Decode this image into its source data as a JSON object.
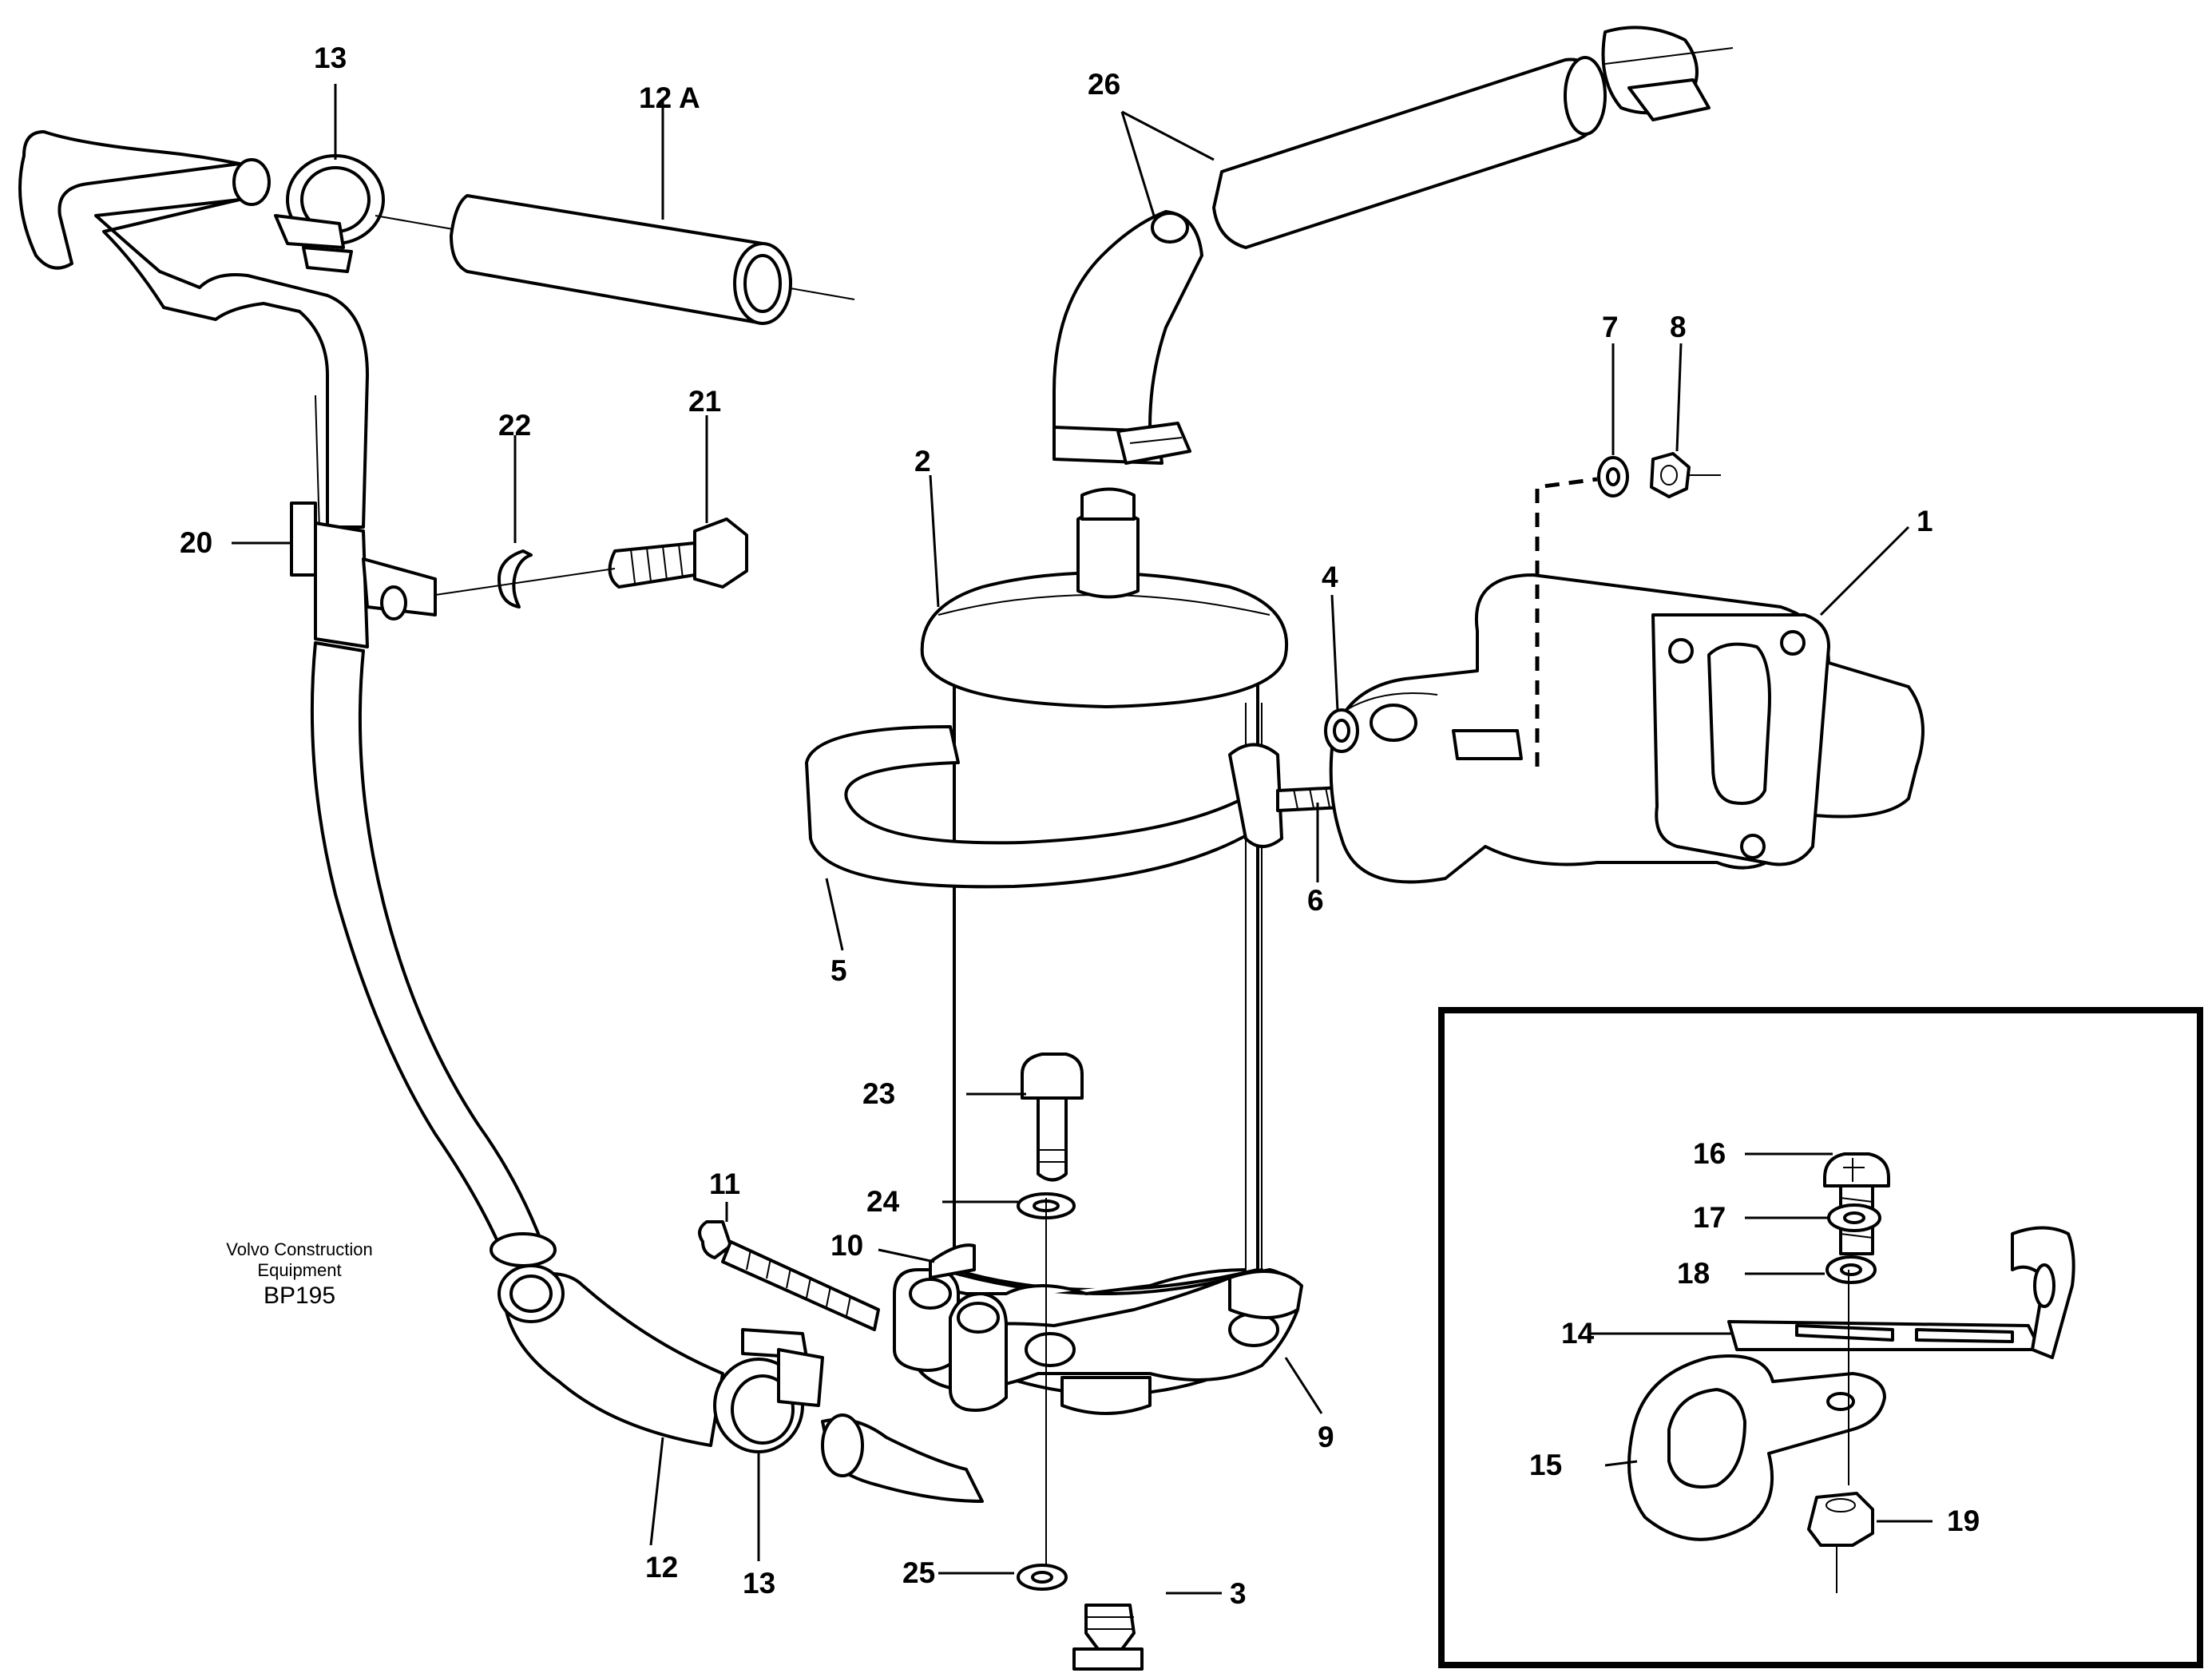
{
  "diagram": {
    "watermark": {
      "brand_line1": "Volvo Construction",
      "brand_line2": "Equipment",
      "code": "BP195"
    },
    "callouts": [
      {
        "id": "c1",
        "text": "1"
      },
      {
        "id": "c2",
        "text": "2"
      },
      {
        "id": "c3",
        "text": "3"
      },
      {
        "id": "c4",
        "text": "4"
      },
      {
        "id": "c5",
        "text": "5"
      },
      {
        "id": "c6",
        "text": "6"
      },
      {
        "id": "c7",
        "text": "7"
      },
      {
        "id": "c8",
        "text": "8"
      },
      {
        "id": "c9",
        "text": "9"
      },
      {
        "id": "c10",
        "text": "10"
      },
      {
        "id": "c11",
        "text": "11"
      },
      {
        "id": "c12",
        "text": "12"
      },
      {
        "id": "c12a",
        "text": "12 A"
      },
      {
        "id": "c13top",
        "text": "13"
      },
      {
        "id": "c13bot",
        "text": "13"
      },
      {
        "id": "c14",
        "text": "14"
      },
      {
        "id": "c15",
        "text": "15"
      },
      {
        "id": "c16",
        "text": "16"
      },
      {
        "id": "c17",
        "text": "17"
      },
      {
        "id": "c18",
        "text": "18"
      },
      {
        "id": "c19",
        "text": "19"
      },
      {
        "id": "c20",
        "text": "20"
      },
      {
        "id": "c21",
        "text": "21"
      },
      {
        "id": "c22",
        "text": "22"
      },
      {
        "id": "c23",
        "text": "23"
      },
      {
        "id": "c24",
        "text": "24"
      },
      {
        "id": "c25",
        "text": "25"
      },
      {
        "id": "c26",
        "text": "26"
      }
    ]
  }
}
